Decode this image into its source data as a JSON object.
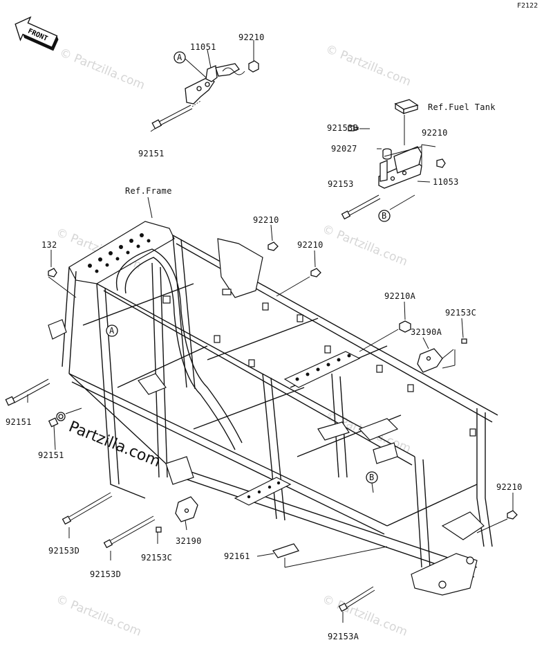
{
  "diagram_code": "F2122",
  "front_arrow_label": "FRONT",
  "watermark": "© Partzilla.com",
  "watermark_prominent": "Partzilla.com",
  "callouts": {
    "A": "A",
    "B": "B"
  },
  "labels": {
    "p92210_top": "92210",
    "p11051": "11051",
    "p92151_top": "92151",
    "ref_fuel_tank": "Ref.Fuel Tank",
    "p92153B": "92153B",
    "p92027": "92027",
    "p92210_right_top": "92210",
    "p92153_b": "92153",
    "p11053": "11053",
    "ref_frame": "Ref.Frame",
    "p92210_mid1": "92210",
    "p92210_mid2": "92210",
    "p132": "132",
    "p92210A": "92210A",
    "p92153C_right": "92153C",
    "p32190A": "32190A",
    "p92151_left1": "92151",
    "p92151_left2": "92151",
    "p92210_right_low": "92210",
    "p32190": "32190",
    "p92153D_1": "92153D",
    "p92153D_2": "92153D",
    "p92153C_low": "92153C",
    "p92161": "92161",
    "p92153A": "92153A"
  }
}
